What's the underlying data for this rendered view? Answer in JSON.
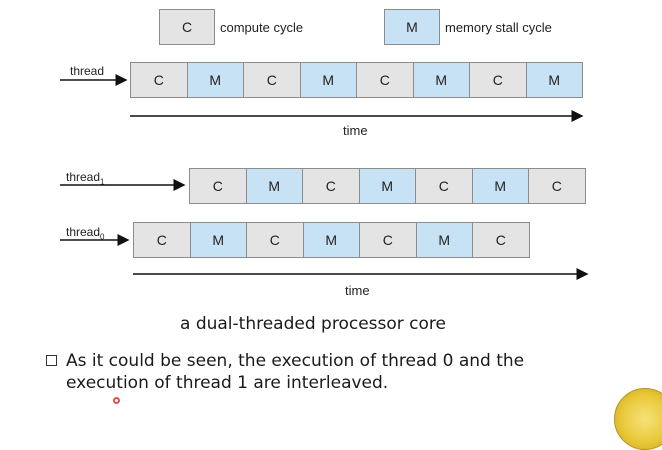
{
  "legend": {
    "compute_symbol": "C",
    "compute_label": "compute cycle",
    "memory_symbol": "M",
    "memory_label": "memory stall cycle"
  },
  "single": {
    "thread_label": "thread",
    "cells": [
      "C",
      "M",
      "C",
      "M",
      "C",
      "M",
      "C",
      "M"
    ],
    "time_label": "time"
  },
  "dual": {
    "thread1": {
      "label": "thread",
      "subscript": "1",
      "cells": [
        "C",
        "M",
        "C",
        "M",
        "C",
        "M",
        "C"
      ]
    },
    "thread0": {
      "label": "thread",
      "subscript": "0",
      "cells": [
        "C",
        "M",
        "C",
        "M",
        "C",
        "M",
        "C"
      ]
    },
    "time_label": "time"
  },
  "caption": "a dual-threaded processor core",
  "bullet": {
    "line1": "As it could be seen,  the execution of thread 0 and the",
    "line2": "execution of thread 1 are interleaved."
  },
  "colors": {
    "compute": "#e4e4e4",
    "memory": "#c8e2f5"
  }
}
